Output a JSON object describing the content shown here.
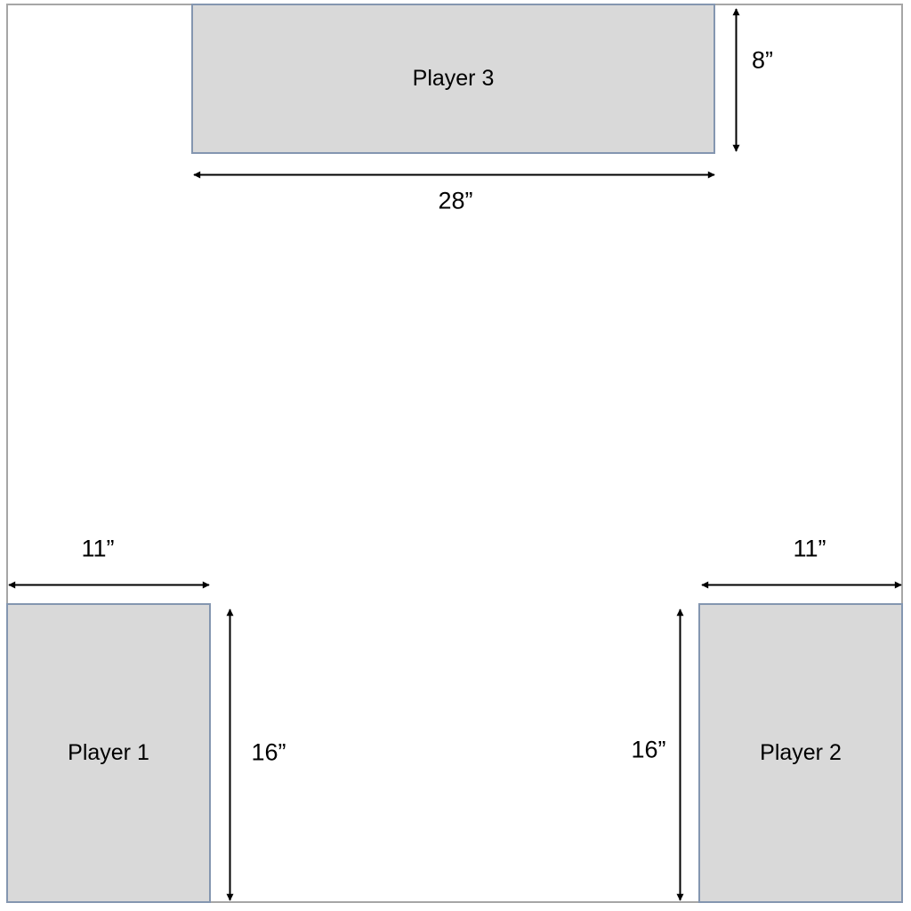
{
  "diagram": {
    "type": "dimensioned-layout",
    "boxes": {
      "player1": {
        "label": "Player 1"
      },
      "player2": {
        "label": "Player 2"
      },
      "player3": {
        "label": "Player 3"
      }
    },
    "dimensions": {
      "player3_height": "8”",
      "player3_width": "28”",
      "player1_width": "11”",
      "player2_width": "11”",
      "left_gap_height": "16”",
      "right_gap_height": "16”"
    },
    "colors": {
      "box_fill": "#d9d9d9",
      "box_border": "#8496b0",
      "outer_border": "#a6a6a6",
      "arrow": "#000000",
      "background": "#ffffff"
    }
  }
}
